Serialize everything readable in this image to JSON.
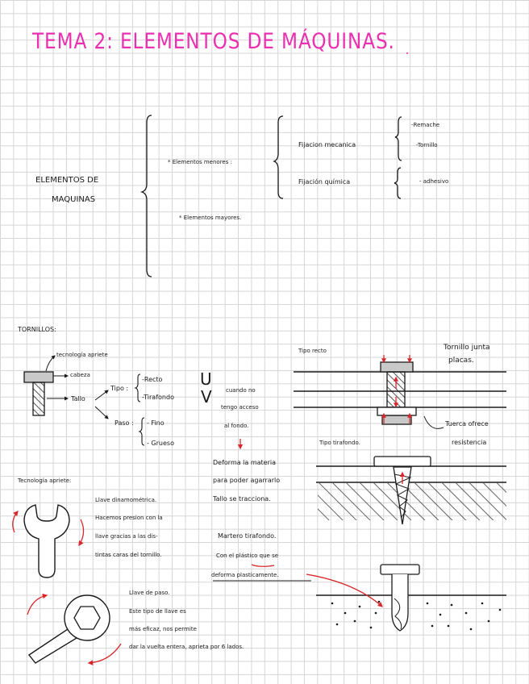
{
  "title": "TEMA 2: ELEMENTOS  DE  MÁQUINAS.",
  "classification": {
    "root_line1": "ELEMENTOS  DE",
    "root_line2": "MAQUINAS",
    "minor": "* Elementos  menores :",
    "major": "* Elementos  mayores.",
    "mech_fix": "Fijacion mecanica",
    "chem_fix": "Fijación química",
    "rivet": "-Remache",
    "screw": "-Tornillo",
    "adhesive": "- adhesivo"
  },
  "screws": {
    "heading": "TORNILLOS:",
    "tech_label": "tecnología apriete",
    "head_label": "cabeza",
    "shank_label": "Tallo",
    "type_label": "Tipo :",
    "type_straight": "-Recto",
    "type_self": "-Tirafondo",
    "note_u": "U",
    "note_v": "V",
    "note_text_1": "cuando no",
    "note_text_2": "tengo acceso",
    "note_text_3": "al fondo.",
    "pitch_label": "Paso :",
    "pitch_fine": "- Fino",
    "pitch_coarse": "- Grueso"
  },
  "right_diagrams": {
    "straight_type": "Tipo recto",
    "joins_1": "Tornillo junta",
    "joins_2": "placas.",
    "nut_1": "Tuerca ofrece",
    "nut_2": "resistencia",
    "self_type": "Tipo   tirafondo."
  },
  "middle_notes": {
    "deform_1": "Deforma la materia",
    "deform_2": "para poder agarrarlo",
    "deform_3": "Tallo se tracciona.",
    "hammer_1": "Martero tirafondo.",
    "hammer_2": "Con el plástico que se",
    "hammer_3": "deforma plasticamente."
  },
  "tightening": {
    "heading": "Tecnología apriete:",
    "wrench_1": "Llave dinamométrica.",
    "wrench_2": "Hacemos presion con la",
    "wrench_3": "llave gracias a las dis-",
    "wrench_4": "tintas caras del tornillo.",
    "box_1": "Llave de paso.",
    "box_2": "Este tipo de llave es",
    "box_3": "más eficaz, nos permite",
    "box_4": "dar la vuelta entera, aprieta por 6 lados."
  },
  "colors": {
    "title": "#ea2fb0",
    "arrows": "#d8262a",
    "ink": "#1a1a1a",
    "grid": "#d6d6d6"
  }
}
